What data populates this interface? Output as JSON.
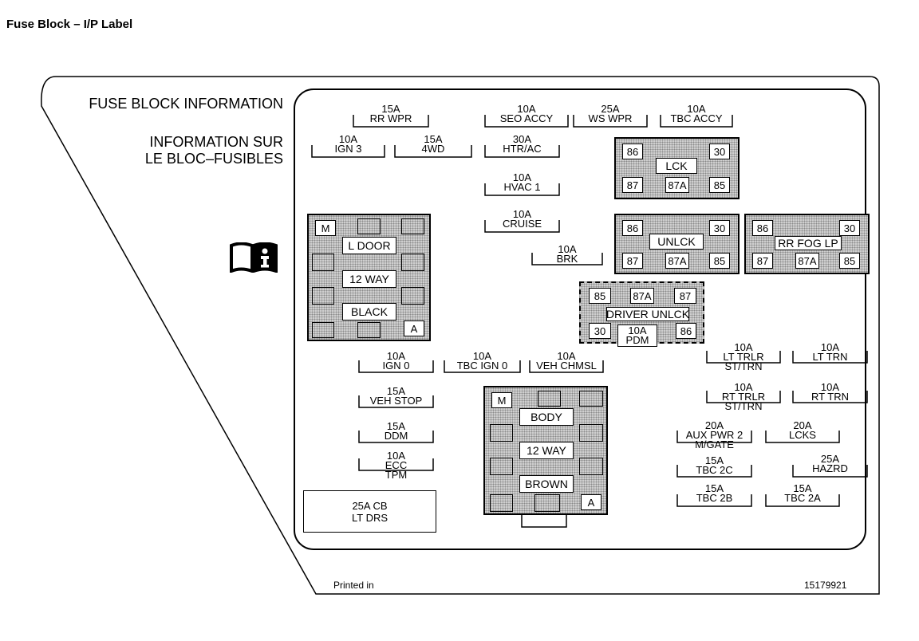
{
  "page_title": "Fuse Block – I/P Label",
  "header": {
    "en": "FUSE BLOCK INFORMATION",
    "fr_line1": "INFORMATION SUR",
    "fr_line2": "LE BLOC–FUSIBLES"
  },
  "fuses": {
    "rr_wpr": {
      "amp": "15A",
      "name": "RR WPR"
    },
    "seo_accy": {
      "amp": "10A",
      "name": "SEO ACCY"
    },
    "ws_wpr": {
      "amp": "25A",
      "name": "WS WPR"
    },
    "tbc_accy": {
      "amp": "10A",
      "name": "TBC ACCY"
    },
    "ign3": {
      "amp": "10A",
      "name": "IGN 3"
    },
    "fwd": {
      "amp": "15A",
      "name": "4WD"
    },
    "htr_ac": {
      "amp": "30A",
      "name": "HTR/AC"
    },
    "hvac1": {
      "amp": "10A",
      "name": "HVAC 1"
    },
    "cruise": {
      "amp": "10A",
      "name": "CRUISE"
    },
    "brk": {
      "amp": "10A",
      "name": "BRK"
    },
    "ign0": {
      "amp": "10A",
      "name": "IGN 0"
    },
    "tbc_ign0": {
      "amp": "10A",
      "name": "TBC IGN 0"
    },
    "veh_chmsl": {
      "amp": "10A",
      "name": "VEH CHMSL"
    },
    "veh_stop": {
      "amp": "15A",
      "name": "VEH STOP"
    },
    "ddm": {
      "amp": "15A",
      "name": "DDM"
    },
    "ecc_tpm": {
      "amp": "10A",
      "name": "ECC",
      "name2": "TPM"
    },
    "lt_trlr": {
      "amp": "10A",
      "name": "LT TRLR",
      "name2": "ST/TRN"
    },
    "lt_trn": {
      "amp": "10A",
      "name": "LT TRN"
    },
    "rt_trlr": {
      "amp": "10A",
      "name": "RT TRLR",
      "name2": "ST/TRN"
    },
    "rt_trn": {
      "amp": "10A",
      "name": "RT TRN"
    },
    "aux_pwr2": {
      "amp": "20A",
      "name": "AUX PWR 2",
      "name2": "M/GATE"
    },
    "lcks": {
      "amp": "20A",
      "name": "LCKS"
    },
    "tbc2c": {
      "amp": "15A",
      "name": "TBC 2C"
    },
    "hazrd": {
      "amp": "25A",
      "name": "HAZRD"
    },
    "tbc2b": {
      "amp": "15A",
      "name": "TBC 2B"
    },
    "tbc2a": {
      "amp": "15A",
      "name": "TBC 2A"
    }
  },
  "relays": {
    "lck": {
      "name": "LCK",
      "t86": "86",
      "t30": "30",
      "t87": "87",
      "t87a": "87A",
      "t85": "85"
    },
    "unlck": {
      "name": "UNLCK",
      "t86": "86",
      "t30": "30",
      "t87": "87",
      "t87a": "87A",
      "t85": "85"
    },
    "rr_fog": {
      "name": "RR FOG LP",
      "t86": "86",
      "t30": "30",
      "t87": "87",
      "t87a": "87A",
      "t85": "85"
    },
    "driver_unlck": {
      "name": "DRIVER UNLCK",
      "t85": "85",
      "t87a": "87A",
      "t87": "87",
      "t30": "30",
      "t86": "86",
      "pdm_amp": "10A",
      "pdm_name": "PDM"
    }
  },
  "connectors": {
    "black": {
      "m": "M",
      "a": "A",
      "l1": "L DOOR",
      "l2": "12 WAY",
      "l3": "BLACK"
    },
    "brown": {
      "m": "M",
      "a": "A",
      "l1": "BODY",
      "l2": "12 WAY",
      "l3": "BROWN"
    }
  },
  "circuit_breaker": {
    "line1": "25A CB",
    "line2": "LT DRS"
  },
  "footer": {
    "left": "Printed in",
    "right": "15179921"
  }
}
